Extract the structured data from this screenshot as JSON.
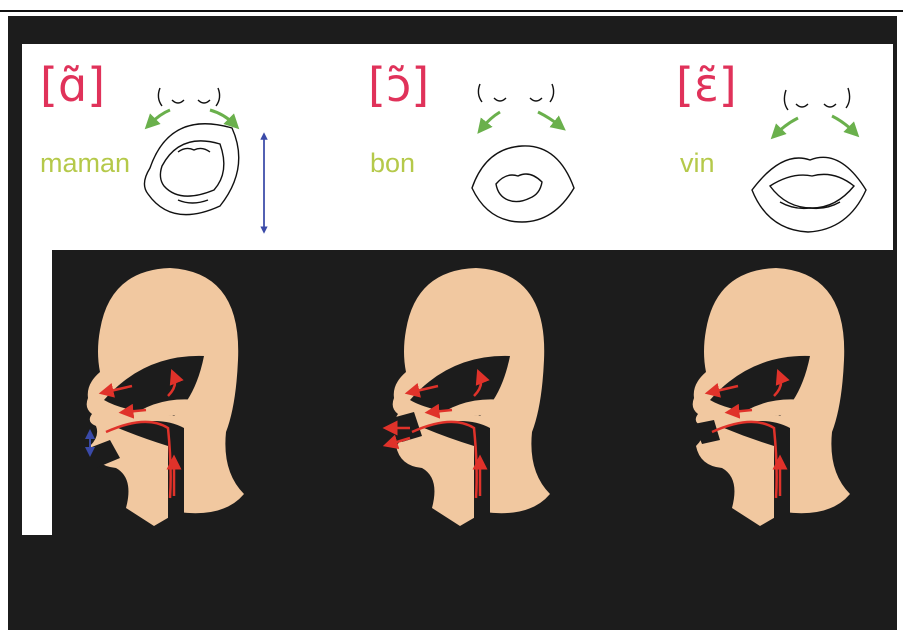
{
  "sounds": [
    {
      "symbol": "[ɑ̃]",
      "word": "maman"
    },
    {
      "symbol": "[ɔ̃]",
      "word": "bon"
    },
    {
      "symbol": "[ɛ̃]",
      "word": "vin"
    }
  ],
  "colors": {
    "symbol": "#e0325a",
    "word": "#b5c94a",
    "arrow_air": "#e0322a",
    "arrow_nose": "#6ab04c",
    "arrow_open": "#3a4aa8",
    "skin": "#f1c8a0",
    "background": "#1c1c1c"
  },
  "icons": [
    "mouth-open-icon",
    "mouth-round-icon",
    "mouth-spread-icon",
    "head-profile-icon",
    "nose-arrow-icon",
    "vertical-double-arrow-icon"
  ]
}
